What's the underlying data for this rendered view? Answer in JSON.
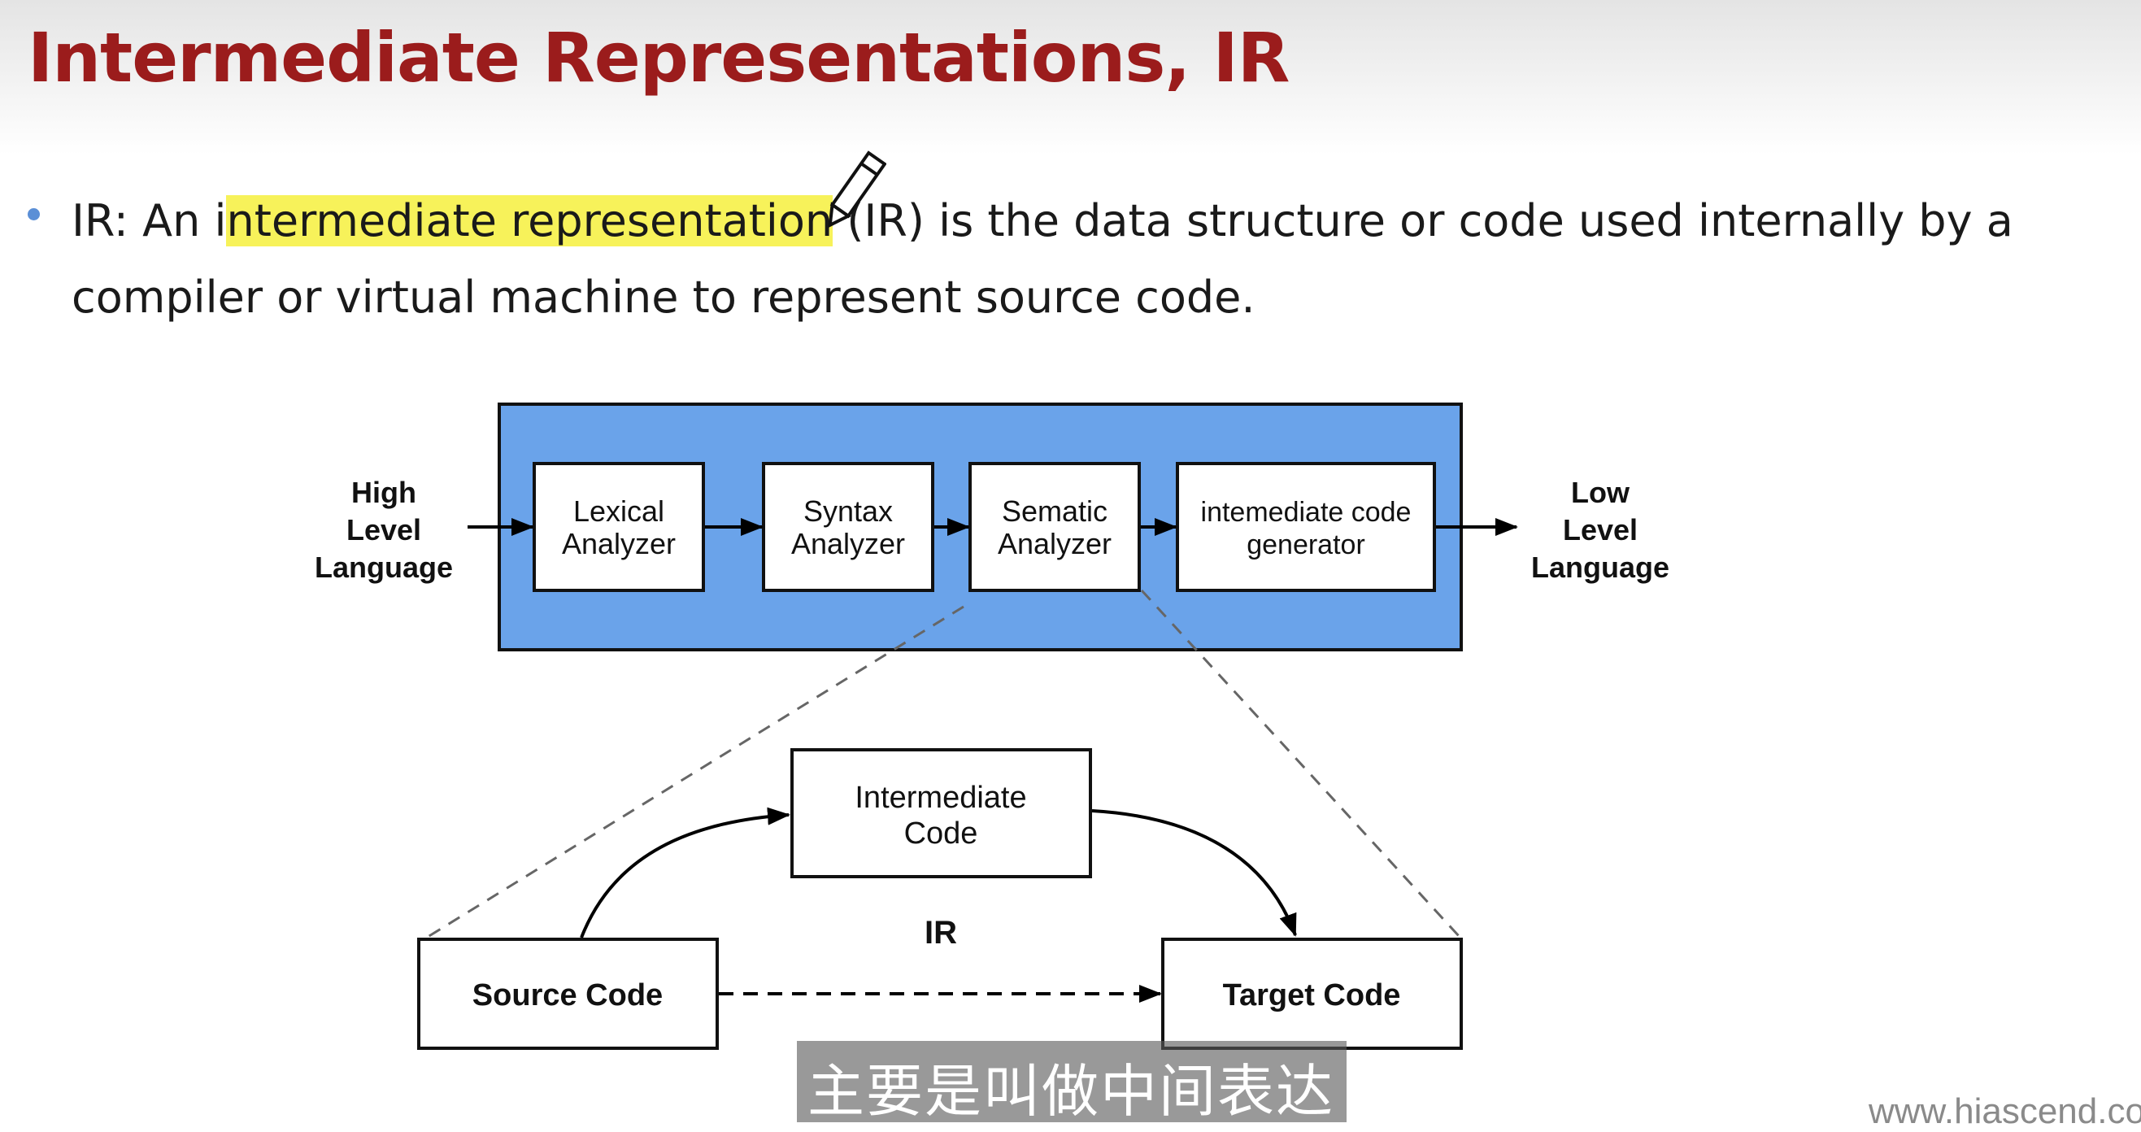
{
  "slide": {
    "title": "Intermediate Representations, IR",
    "bullet": {
      "prefix": "IR: An i",
      "highlight": "ntermediate representation",
      "suffix": " (IR) is the data structure or code used internally by a compiler or virtual machine to represent source code."
    }
  },
  "pipeline": {
    "input_label": [
      "High",
      "Level",
      "Language"
    ],
    "output_label": [
      "Low",
      "Level",
      "Language"
    ],
    "stages": [
      {
        "lines": [
          "Lexical",
          "Analyzer"
        ]
      },
      {
        "lines": [
          "Syntax",
          "Analyzer"
        ]
      },
      {
        "lines": [
          "Sematic",
          "Analyzer"
        ]
      },
      {
        "lines": [
          "intemediate code",
          "generator"
        ]
      }
    ],
    "colors": {
      "container": "#6aa3ea"
    }
  },
  "ir_detail": {
    "intermediate": [
      "Intermediate",
      "Code"
    ],
    "source": "Source Code",
    "target": "Target Code",
    "center_label": "IR"
  },
  "overlay": {
    "subtitle": "主要是叫做中间表达",
    "watermark": "www.hiascend.co"
  },
  "icons": [
    "pencil-icon"
  ]
}
